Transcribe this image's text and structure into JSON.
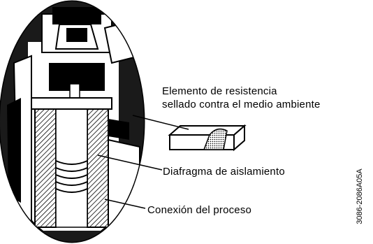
{
  "labels": {
    "sensing_element_line1": "Elemento de resistencia",
    "sensing_element_line2": "sellado contra el medio ambiente",
    "isolating_diaphragm": "Diafragma de aislamiento",
    "process_connection": "Conexión del proceso"
  },
  "document_code": "3086-2086A05A",
  "colors": {
    "line": "#000000",
    "background": "#ffffff",
    "shade": "#9a9a9a"
  }
}
